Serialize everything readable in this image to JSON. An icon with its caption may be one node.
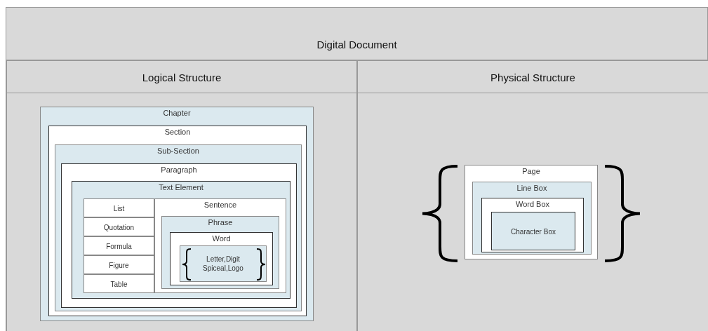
{
  "diagram": {
    "nodes": [
      {
        "text": [
          "Digital Document"
        ]
      },
      {
        "text": [
          "Logical Structure"
        ],
        "in": 0
      },
      {
        "text": [
          "Physical Structure"
        ],
        "in": 0
      },
      {
        "text": [
          "Chapter"
        ],
        "in": 1
      },
      {
        "text": [
          "Section"
        ],
        "in": 3
      },
      {
        "text": [
          "Sub-Section"
        ],
        "in": 4
      },
      {
        "text": [
          "Paragraph"
        ],
        "in": 5
      },
      {
        "text": [
          "Text Element"
        ],
        "in": 6
      },
      {
        "text": [
          "List"
        ],
        "in": 7
      },
      {
        "text": [
          "Quotation"
        ],
        "in": 7
      },
      {
        "text": [
          "Formula"
        ],
        "in": 7
      },
      {
        "text": [
          "Figure"
        ],
        "in": 7
      },
      {
        "text": [
          "Table"
        ],
        "in": 7
      },
      {
        "text": [
          "Sentence"
        ],
        "in": 7
      },
      {
        "text": [
          "Phrase"
        ],
        "in": 13
      },
      {
        "text": [
          "Word"
        ],
        "in": 14
      },
      {
        "text": [
          "Letter,Digit Spiceal,Logo"
        ],
        "in": 15
      },
      {
        "text": [
          "Page"
        ],
        "in": 2
      },
      {
        "text": [
          "Line Box"
        ],
        "in": 17
      },
      {
        "text": [
          "Word Box"
        ],
        "in": 18
      },
      {
        "text": [
          "Character Box"
        ],
        "in": 19
      }
    ]
  }
}
